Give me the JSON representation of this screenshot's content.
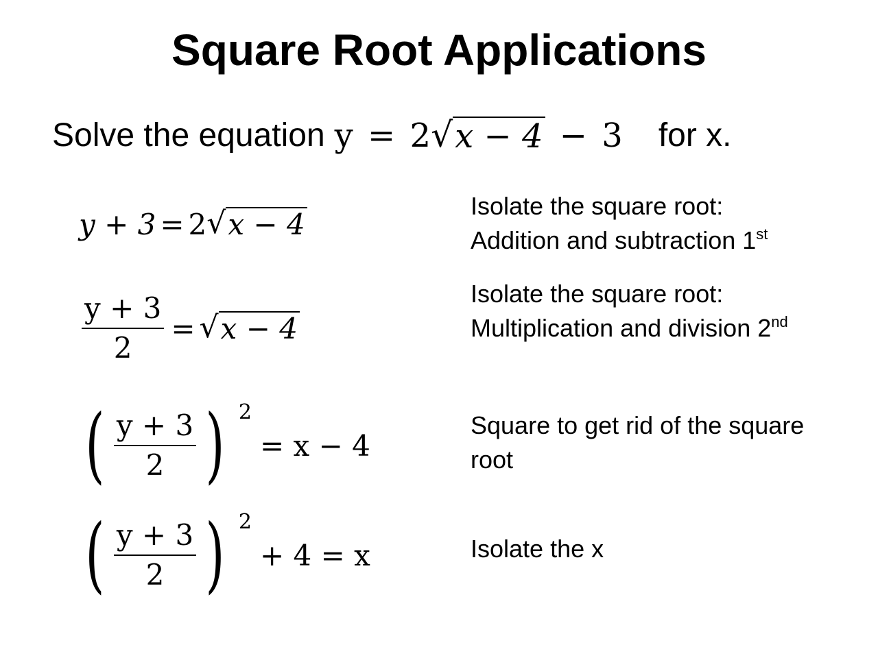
{
  "slide": {
    "title": "Square Root Applications",
    "problem": {
      "prefix": "Solve the equation",
      "lhs": "y",
      "eq": "=",
      "coef": "2",
      "radicand": "x − 4",
      "minus": "−",
      "const": "3",
      "suffix": "for x."
    },
    "steps": [
      {
        "math": {
          "lhs": "y + 3",
          "eq": "=",
          "coef": "2",
          "radicand": "x − 4"
        },
        "note": {
          "line1": "Isolate the square root:",
          "line2": "Addition and subtraction 1",
          "sup": "st"
        }
      },
      {
        "math": {
          "num": "y + 3",
          "den": "2",
          "eq": "=",
          "radicand": "x − 4"
        },
        "note": {
          "line1": "Isolate the square root:",
          "line2": "Multiplication and division 2",
          "sup": "nd"
        }
      },
      {
        "math": {
          "lparen": "(",
          "num": "y + 3",
          "den": "2",
          "rparen": ")",
          "power": "2",
          "rhs": "= x − 4"
        },
        "note": {
          "line1": "Square to get rid of the square",
          "line2": "root"
        }
      },
      {
        "math": {
          "lparen": "(",
          "num": "y + 3",
          "den": "2",
          "rparen": ")",
          "power": "2",
          "rhs": "+ 4 = x"
        },
        "note": {
          "line1": "Isolate the x"
        }
      }
    ]
  }
}
